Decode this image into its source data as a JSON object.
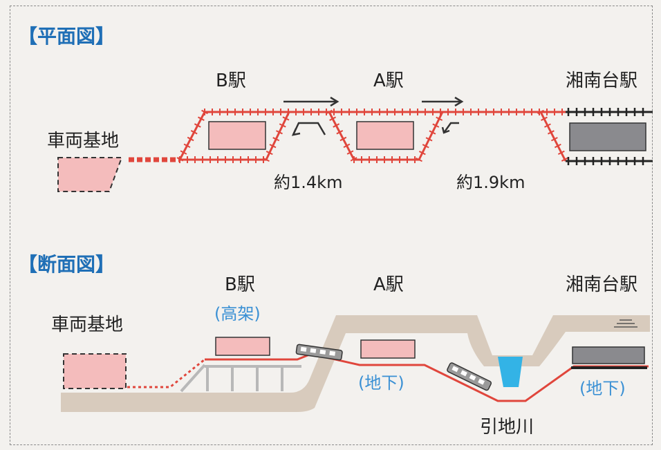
{
  "plan_view": {
    "heading": "【平面図】",
    "labels": {
      "depot": "車両基地",
      "station_b": "B駅",
      "station_a": "A駅",
      "shonandai": "湘南台駅"
    },
    "distances": {
      "b_to_a": "約1.4km",
      "a_to_shonandai": "約1.9km"
    }
  },
  "section_view": {
    "heading": "【断面図】",
    "labels": {
      "depot": "車両基地",
      "station_b": "B駅",
      "station_b_type": "(高架)",
      "station_a": "A駅",
      "station_a_type": "(地下)",
      "shonandai": "湘南台駅",
      "shonandai_type": "(地下)",
      "river": "引地川"
    }
  },
  "colors": {
    "heading": "#1f6fb6",
    "track": "#e0463c",
    "station_fill": "#f4bcbc",
    "station_gray": "#8a8a8e",
    "ground": "#d8cbbd",
    "underground_label": "#3a90d4",
    "river": "#33b3e6"
  }
}
